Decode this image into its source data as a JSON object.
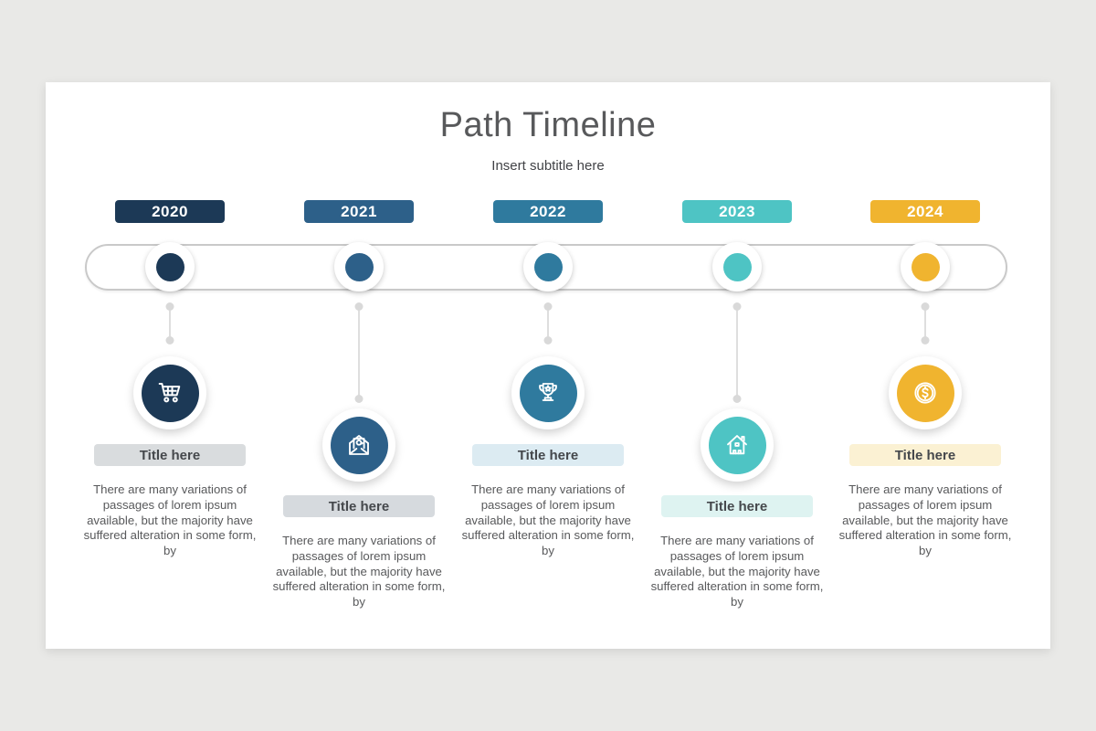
{
  "slide": {
    "title": "Path Timeline",
    "subtitle": "Insert subtitle here",
    "body_text_shared": "There are many variations of passages of lorem ipsum available, but the majority have suffered alteration in some form, by",
    "columns": [
      {
        "year": "2020",
        "title": "Title here",
        "body": "There are many variations of passages of lorem ipsum available, but the majority have suffered alteration in some form, by",
        "icon": "shopping-cart-icon",
        "color": "#1c3956",
        "badge_bg": "#d9dcde",
        "position": "high"
      },
      {
        "year": "2021",
        "title": "Title here",
        "body": "There are many variations of passages of lorem ipsum available, but the majority have suffered alteration in some form, by",
        "icon": "open-mail-icon",
        "color": "#2d6089",
        "badge_bg": "#d6dade",
        "position": "low"
      },
      {
        "year": "2022",
        "title": "Title here",
        "body": "There are many variations of passages of lorem ipsum available, but the majority have suffered alteration in some form, by",
        "icon": "trophy-icon",
        "color": "#2f7a9e",
        "badge_bg": "#dcebf2",
        "position": "high"
      },
      {
        "year": "2023",
        "title": "Title here",
        "body": "There are many variations of passages of lorem ipsum available, but the majority have suffered alteration in some form, by",
        "icon": "home-icon",
        "color": "#4ec4c4",
        "badge_bg": "#def3f1",
        "position": "low"
      },
      {
        "year": "2024",
        "title": "Title here",
        "body": "There are many variations of passages of lorem ipsum available, but the majority have suffered alteration in some form, by",
        "icon": "dollar-coin-icon",
        "color": "#f0b42f",
        "badge_bg": "#fbf1d3",
        "position": "high"
      }
    ]
  }
}
